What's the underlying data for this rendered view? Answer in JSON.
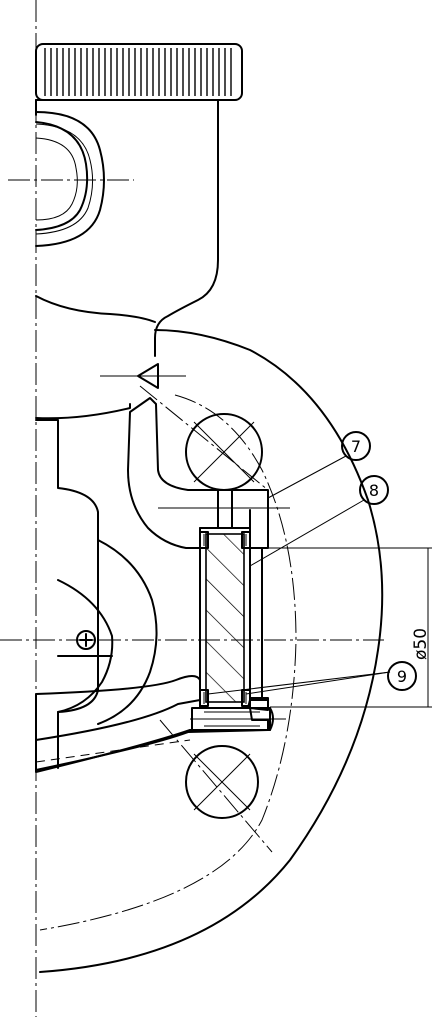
{
  "drawing": {
    "colors": {
      "line": "#000000",
      "background": "#ffffff",
      "section_fill": "#000000"
    },
    "balloons": [
      {
        "id": "7",
        "label": "7"
      },
      {
        "id": "8",
        "label": "8"
      },
      {
        "id": "9",
        "label": "9"
      }
    ],
    "dimension": {
      "label": "ø50"
    }
  }
}
